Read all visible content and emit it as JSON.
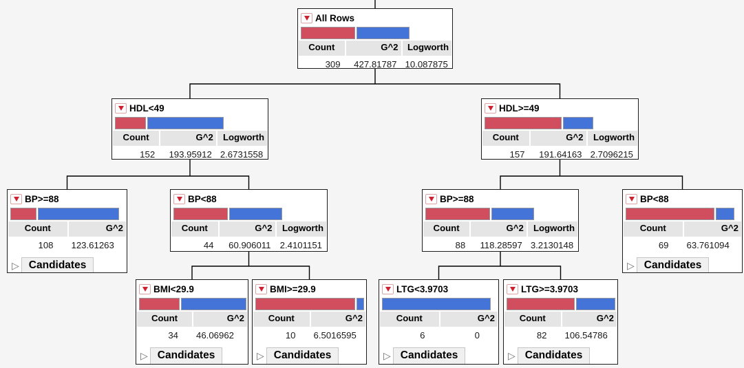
{
  "ui": {
    "count_header": "Count",
    "g2_header": "G^2",
    "logworth_header": "Logworth",
    "candidates_label": "Candidates",
    "icons": {
      "red_triangle_menu": "red-triangle-down",
      "disclosure_triangle": "▷"
    },
    "colors": {
      "red_bar": "#D04E5E",
      "blue_bar": "#4574D8",
      "header_band": "#E5E5E6",
      "background": "#F5F5F6"
    }
  },
  "nodes": [
    {
      "title": "All Rows",
      "count": "309",
      "g2": "427.81787",
      "logworth": "10.087875",
      "red_pct": 51
    },
    {
      "title": "HDL<49",
      "count": "152",
      "g2": "193.95912",
      "logworth": "2.6731558",
      "red_pct": 30
    },
    {
      "title": "HDL>=49",
      "count": "157",
      "g2": "191.64163",
      "logworth": "2.7096215",
      "red_pct": 72
    },
    {
      "title": "BP>=88",
      "count": "108",
      "g2": "123.61263",
      "red_pct": 25
    },
    {
      "title": "BP<88",
      "count": "44",
      "g2": "60.906011",
      "logworth": "2.4101151",
      "red_pct": 51
    },
    {
      "title": "BP>=88",
      "count": "88",
      "g2": "118.28597",
      "logworth": "3.2130148",
      "red_pct": 61
    },
    {
      "title": "BP<88",
      "count": "69",
      "g2": "63.761094",
      "red_pct": 83
    },
    {
      "title": "BMI<29.9",
      "count": "34",
      "g2": "46.06962",
      "red_pct": 39
    },
    {
      "title": "BMI>=29.9",
      "count": "10",
      "g2": "6.5016595",
      "red_pct": 93
    },
    {
      "title": "LTG<3.9703",
      "count": "6",
      "g2": "0",
      "red_pct": 0
    },
    {
      "title": "LTG>=3.9703",
      "count": "82",
      "g2": "106.54786",
      "red_pct": 64
    }
  ]
}
